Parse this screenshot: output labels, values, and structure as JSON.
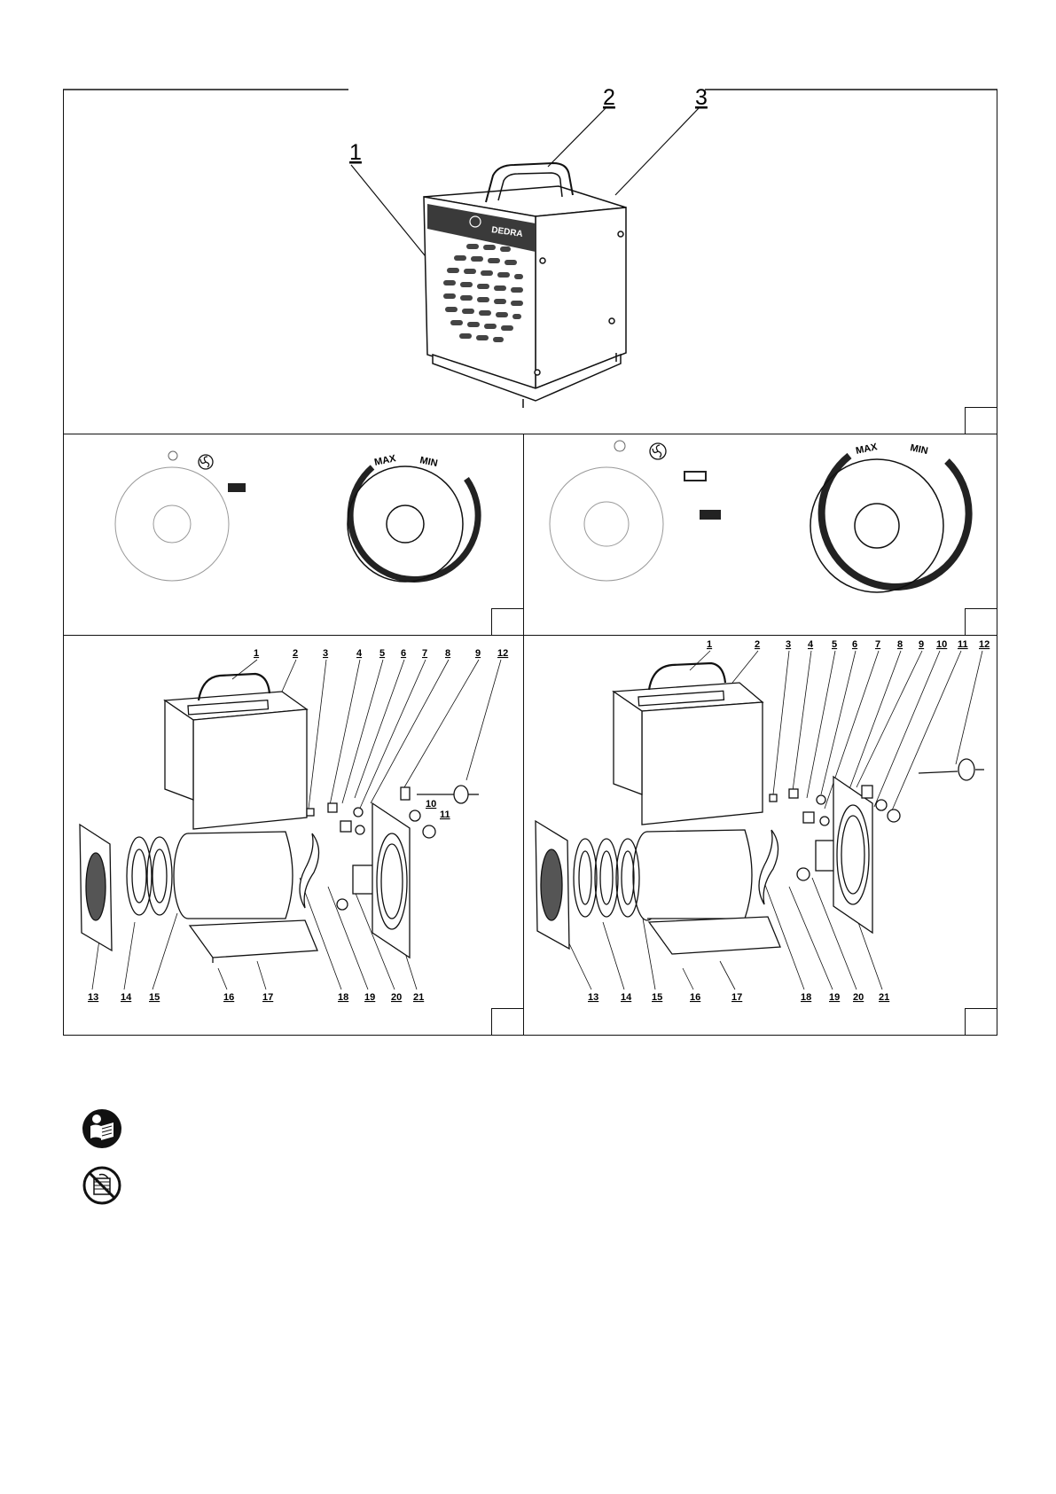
{
  "figure_top": {
    "brand": "DEDRA",
    "callouts": [
      "1",
      "2",
      "3"
    ]
  },
  "dial_panels": {
    "left": {
      "max_label": "MAX",
      "min_label": "MIN"
    },
    "right": {
      "max_label": "MAX",
      "min_label": "MIN"
    }
  },
  "exploded_left": {
    "top_numbers": [
      "1",
      "2",
      "3",
      "4",
      "5",
      "6",
      "7",
      "8",
      "9",
      "12"
    ],
    "mid_numbers": [
      "10",
      "11"
    ],
    "bottom_numbers": [
      "13",
      "14",
      "15",
      "16",
      "17",
      "18",
      "19",
      "20",
      "21"
    ]
  },
  "exploded_right": {
    "top_numbers": [
      "1",
      "2",
      "3",
      "4",
      "5",
      "6",
      "7",
      "8",
      "9",
      "10",
      "11",
      "12"
    ],
    "bottom_numbers": [
      "13",
      "14",
      "15",
      "16",
      "17",
      "18",
      "19",
      "20",
      "21"
    ]
  },
  "icons": [
    "read-manual-icon",
    "do-not-cover-icon"
  ]
}
